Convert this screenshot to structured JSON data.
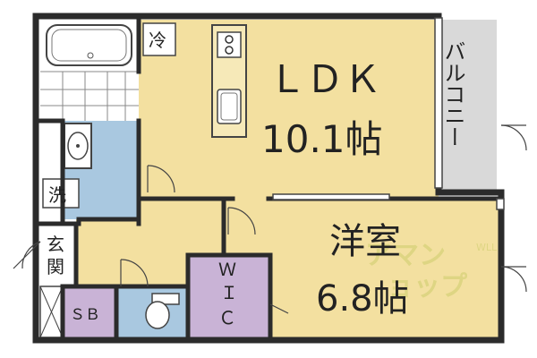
{
  "colors": {
    "wall": "#2b2b2b",
    "ldk_floor": "#f3e0a0",
    "wet_floor": "#a9c8e0",
    "storage_floor": "#c9b3d6",
    "hall_floor": "#f3e0a0",
    "balcony_floor": "#d9d9d9",
    "tile_floor": "#ffffff",
    "watermark": "#d7d27a"
  },
  "rooms": {
    "ldk_name": "ＬＤＫ",
    "ldk_size": "10.1帖",
    "bedroom_name": "洋室",
    "bedroom_size": "6.8帖",
    "balcony": "バルコニー",
    "fridge": "冷",
    "laundry": "洗",
    "entrance_1": "玄",
    "entrance_2": "関",
    "shoe_box": "ＳＢ",
    "wic_1": "Ｗ",
    "wic_2": "Ｉ",
    "wic_3": "Ｃ"
  },
  "watermark": {
    "line1": "アマン",
    "line2": "ョップ",
    "side": "WLL"
  }
}
